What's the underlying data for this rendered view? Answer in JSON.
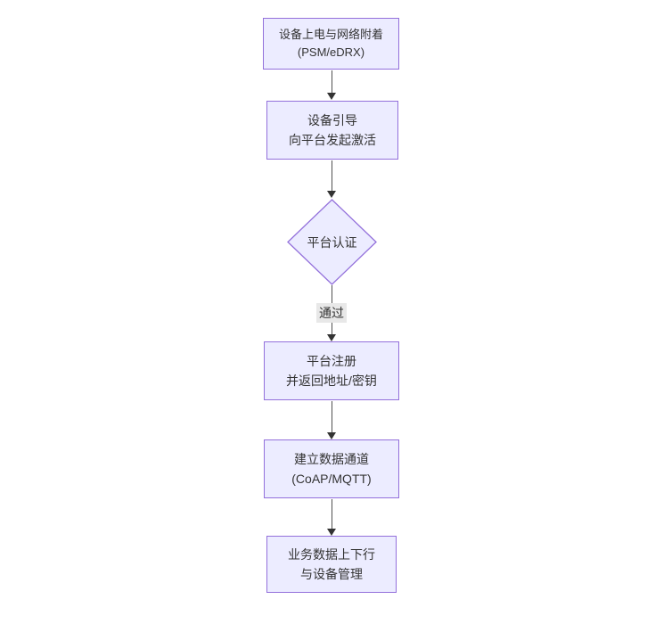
{
  "palette": {
    "node_fill": "#ECECFF",
    "node_border": "#9370DB",
    "arrow_color": "#333333",
    "text_color": "#333333",
    "edge_label_bg": "#e8e8e8",
    "canvas_bg": "#ffffff"
  },
  "flowchart": {
    "type": "vertical-flowchart",
    "nodes": [
      {
        "id": "power_attach",
        "shape": "rect",
        "label": "设备上电与网络附着\n(PSM/eDRX)"
      },
      {
        "id": "bootstrap",
        "shape": "rect",
        "label": "设备引导\n向平台发起激活"
      },
      {
        "id": "platform_auth",
        "shape": "diamond",
        "label": "平台认证"
      },
      {
        "id": "platform_register",
        "shape": "rect",
        "label": "平台注册\n并返回地址/密钥"
      },
      {
        "id": "data_channel",
        "shape": "rect",
        "label": "建立数据通道\n(CoAP/MQTT)"
      },
      {
        "id": "business_data",
        "shape": "rect",
        "label": "业务数据上下行\n与设备管理"
      }
    ],
    "edges": [
      {
        "from": "power_attach",
        "to": "bootstrap",
        "label": ""
      },
      {
        "from": "bootstrap",
        "to": "platform_auth",
        "label": ""
      },
      {
        "from": "platform_auth",
        "to": "platform_register",
        "label": "通过"
      },
      {
        "from": "platform_register",
        "to": "data_channel",
        "label": ""
      },
      {
        "from": "data_channel",
        "to": "business_data",
        "label": ""
      }
    ]
  }
}
